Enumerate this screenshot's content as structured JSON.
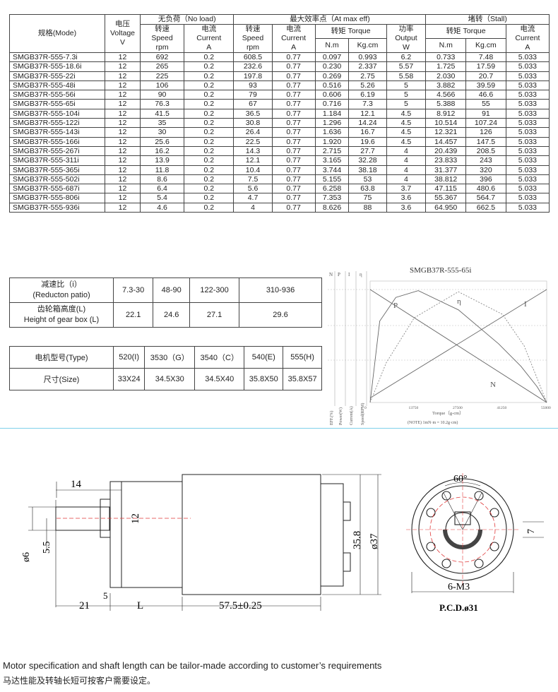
{
  "headers": {
    "model": "规格(Mode)",
    "voltage_zh": "电压",
    "voltage_en": "Voltage",
    "voltage_unit": "V",
    "no_load": "无负荷（No load)",
    "max_eff": "最大效率点（At max eff)",
    "stall": "堵转（Stall)",
    "speed_zh": "转速",
    "speed_en": "Speed",
    "speed_unit": "rpm",
    "current_zh": "电流",
    "current_en": "Current",
    "current_unit": "A",
    "torque": "转矩 Torque",
    "power_zh": "功率",
    "power_en": "Output",
    "power_unit": "W",
    "nm": "N.m",
    "kgcm": "Kg.cm"
  },
  "rows": [
    [
      "SMGB37R-555-7.3i",
      "12",
      "692",
      "0.2",
      "608.5",
      "0.77",
      "0.097",
      "0.993",
      "6.2",
      "0.733",
      "7.48",
      "5.033"
    ],
    [
      "SMGB37R-555-18.6i",
      "12",
      "265",
      "0.2",
      "232.6",
      "0.77",
      "0.230",
      "2.337",
      "5.57",
      "1.725",
      "17.59",
      "5.033"
    ],
    [
      "SMGB37R-555-22i",
      "12",
      "225",
      "0.2",
      "197.8",
      "0.77",
      "0.269",
      "2.75",
      "5.58",
      "2.030",
      "20.7",
      "5.033"
    ],
    [
      "SMGB37R-555-48i",
      "12",
      "106",
      "0.2",
      "93",
      "0.77",
      "0.516",
      "5.26",
      "5",
      "3.882",
      "39.59",
      "5.033"
    ],
    [
      "SMGB37R-555-56i",
      "12",
      "90",
      "0.2",
      "79",
      "0.77",
      "0.606",
      "6.19",
      "5",
      "4.566",
      "46.6",
      "5.033"
    ],
    [
      "SMGB37R-555-65i",
      "12",
      "76.3",
      "0.2",
      "67",
      "0.77",
      "0.716",
      "7.3",
      "5",
      "5.388",
      "55",
      "5.033"
    ],
    [
      "SMGB37R-555-104i",
      "12",
      "41.5",
      "0.2",
      "36.5",
      "0.77",
      "1.184",
      "12.1",
      "4.5",
      "8.912",
      "91",
      "5.033"
    ],
    [
      "SMGB37R-555-122i",
      "12",
      "35",
      "0.2",
      "30.8",
      "0.77",
      "1.296",
      "14.24",
      "4.5",
      "10.514",
      "107.24",
      "5.033"
    ],
    [
      "SMGB37R-555-143i",
      "12",
      "30",
      "0.2",
      "26.4",
      "0.77",
      "1.636",
      "16.7",
      "4.5",
      "12.321",
      "126",
      "5.033"
    ],
    [
      "SMGB37R-555-166i",
      "12",
      "25.6",
      "0.2",
      "22.5",
      "0.77",
      "1.920",
      "19.6",
      "4.5",
      "14.457",
      "147.5",
      "5.033"
    ],
    [
      "SMGB37R-555-267i",
      "12",
      "16.2",
      "0.2",
      "14.3",
      "0.77",
      "2.715",
      "27.7",
      "4",
      "20.439",
      "208.5",
      "5.033"
    ],
    [
      "SMGB37R-555-311i",
      "12",
      "13.9",
      "0.2",
      "12.1",
      "0.77",
      "3.165",
      "32.28",
      "4",
      "23.833",
      "243",
      "5.033"
    ],
    [
      "SMGB37R-555-365i",
      "12",
      "11.8",
      "0.2",
      "10.4",
      "0.77",
      "3.744",
      "38.18",
      "4",
      "31.377",
      "320",
      "5.033"
    ],
    [
      "SMGB37R-555-502i",
      "12",
      "8.6",
      "0.2",
      "7.5",
      "0.77",
      "5.155",
      "53",
      "4",
      "38.812",
      "396",
      "5.033"
    ],
    [
      "SMGB37R-555-687i",
      "12",
      "6.4",
      "0.2",
      "5.6",
      "0.77",
      "6.258",
      "63.8",
      "3.7",
      "47.115",
      "480.6",
      "5.033"
    ],
    [
      "SMGB37R-555-806i",
      "12",
      "5.4",
      "0.2",
      "4.7",
      "0.77",
      "7.353",
      "75",
      "3.6",
      "55.367",
      "564.7",
      "5.033"
    ],
    [
      "SMGB37R-555-936i",
      "12",
      "4.6",
      "0.2",
      "4",
      "0.77",
      "8.626",
      "88",
      "3.6",
      "64.950",
      "662.5",
      "5.033"
    ]
  ],
  "ratio": {
    "label_zh": "减速比（i）",
    "label_en": "(Reducton patio)",
    "height_zh": "齿轮箱高度(L)",
    "height_en": "Height of gear box (L)",
    "ranges": [
      "7.3-30",
      "48-90",
      "122-300",
      "310-936"
    ],
    "heights": [
      "22.1",
      "24.6",
      "27.1",
      "29.6"
    ]
  },
  "sizes": {
    "type_label": "电机型号(Type)",
    "size_label": "尺寸(Size)",
    "types": [
      "520(I)",
      "3530（G）",
      "3540（C）",
      "540(E)",
      "555(H)"
    ],
    "dims": [
      "33X24",
      "34.5X30",
      "34.5X40",
      "35.8X50",
      "35.8X57"
    ]
  },
  "chart": {
    "title": "SMGB37R-555-65i",
    "col_labels": [
      "N",
      "P",
      "I",
      "η"
    ],
    "curve_labels": [
      "P",
      "η",
      "I",
      "N"
    ],
    "x_ticks": [
      "0",
      "13750",
      "27500",
      "41250",
      "55000"
    ],
    "x_label": "Torque（g-cm）",
    "note": "(NOTE) 1mN·m = 10.2g·cm)",
    "y_labels": [
      "EFF.(%)",
      "Power(W)",
      "Current(A)",
      "Speed(RPM)"
    ]
  },
  "chart_data": {
    "type": "line",
    "title": "SMGB37R-555-65i",
    "xlabel": "Torque（g-cm）",
    "x_ticks": [
      "0",
      "13750",
      "27500",
      "41250",
      "55000"
    ],
    "xlim": [
      0,
      55000
    ],
    "series": [
      {
        "name": "N",
        "x": [
          0,
          55000
        ],
        "y": [
          1,
          0
        ]
      },
      {
        "name": "I",
        "x": [
          0,
          55000
        ],
        "y": [
          0.04,
          1
        ]
      },
      {
        "name": "P",
        "x": [
          0,
          3000,
          8000,
          15000,
          27500,
          40000,
          47000,
          52000,
          55000
        ],
        "y": [
          0,
          0.72,
          0.93,
          0.99,
          0.82,
          0.52,
          0.32,
          0.14,
          0
        ]
      },
      {
        "name": "η",
        "x": [
          0,
          5000,
          13750,
          27500,
          41250,
          48000,
          55000
        ],
        "y": [
          0,
          0.35,
          0.75,
          0.98,
          0.78,
          0.5,
          0
        ]
      }
    ]
  },
  "drawing": {
    "dim_14": "14",
    "dim_12": "12",
    "dim_phi6": "ø6",
    "dim_55": "5.5",
    "dim_5": "5",
    "dim_21": "21",
    "dim_L": "L",
    "dim_575": "57.5±0.25",
    "dim_358": "35.8",
    "dim_phi37": "ø37",
    "angle": "60°",
    "dim_7": "7",
    "dim_m3": "6-M3",
    "pcd": "P.C.D.ø31"
  },
  "footer": {
    "en": "Motor specification and shaft length can be tailor-made according to customer’s requirements",
    "zh": "马达性能及转轴长短可按客户需要设定。"
  }
}
